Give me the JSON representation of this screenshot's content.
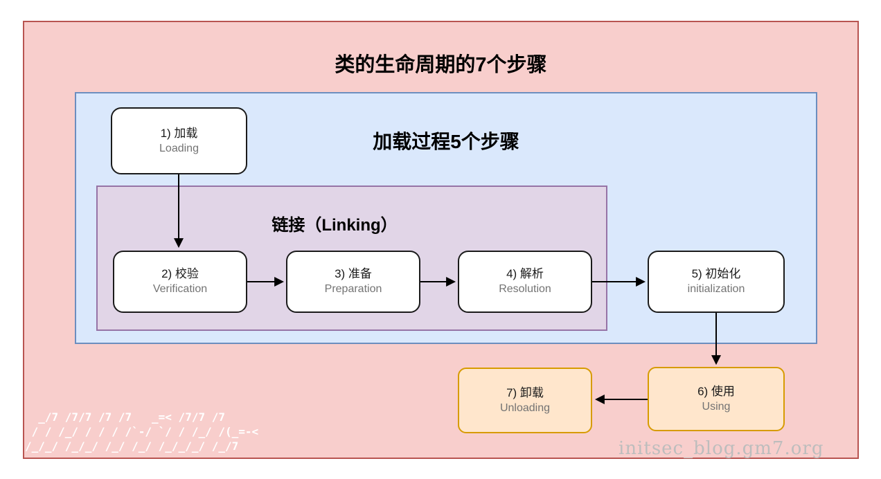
{
  "title": "类的生命周期的7个步骤",
  "groups": {
    "loading_process": {
      "label": "加载过程5个步骤"
    },
    "linking": {
      "label": "链接（Linking）"
    }
  },
  "nodes": [
    {
      "id": "step1",
      "zh": "1) 加载",
      "en": "Loading"
    },
    {
      "id": "step2",
      "zh": "2) 校验",
      "en": "Verification"
    },
    {
      "id": "step3",
      "zh": "3) 准备",
      "en": "Preparation"
    },
    {
      "id": "step4",
      "zh": "4) 解析",
      "en": "Resolution"
    },
    {
      "id": "step5",
      "zh": "5) 初始化",
      "en": "initialization"
    },
    {
      "id": "step6",
      "zh": "6) 使用",
      "en": "Using"
    },
    {
      "id": "step7",
      "zh": "7) 卸载",
      "en": "Unloading"
    }
  ],
  "edges": [
    {
      "from": "step1",
      "to": "step2"
    },
    {
      "from": "step2",
      "to": "step3"
    },
    {
      "from": "step3",
      "to": "step4"
    },
    {
      "from": "step4",
      "to": "step5"
    },
    {
      "from": "step5",
      "to": "step6"
    },
    {
      "from": "step6",
      "to": "step7"
    }
  ],
  "watermark": "initsec_blog.gm7.org",
  "ascii_logo": "  _/7 /7/7 /7 /7   _=< /7/7 /7\n / / /_/ / / / /`-/ `/ / /_/ /(_=-<\n/_/_/ /_/_/ /_/ /_/ /_/_/_/ /_/7",
  "colors": {
    "outer_fill": "#f8cecc",
    "outer_border": "#b85450",
    "blue_fill": "#dae8fc",
    "blue_border": "#6c8ebf",
    "purple_fill": "#e1d5e7",
    "purple_border": "#9673a6",
    "orange_fill": "#ffe6cc",
    "orange_border": "#d79b00",
    "node_fill": "#ffffff",
    "node_border": "#1a1a1a",
    "en_text": "#737373",
    "watermark_color": "#bdbdbd",
    "logo_color": "#ffffff"
  }
}
